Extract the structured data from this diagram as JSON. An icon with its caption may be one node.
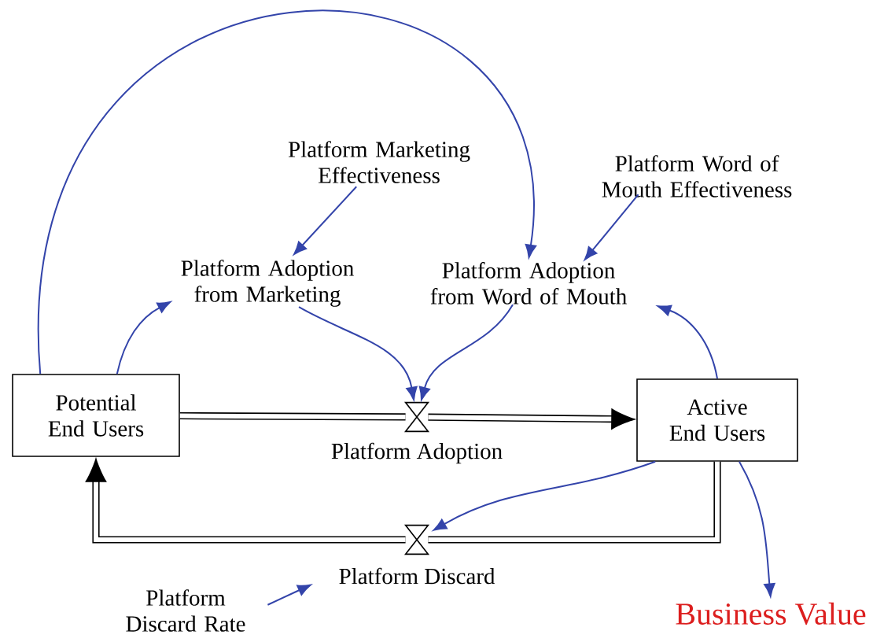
{
  "diagram": {
    "nodes": [
      {
        "text": [
          "Potential End Users"
        ]
      },
      {
        "text": [
          "Active End Users"
        ]
      },
      {
        "text": [],
        "shape": "valve",
        "beside": [
          "Platform Adoption"
        ]
      },
      {
        "text": [],
        "shape": "valve",
        "beside": [
          "Platform Discard"
        ]
      },
      {
        "text": [
          "Platform Marketing Effectiveness"
        ]
      },
      {
        "text": [
          "Platform Word of Mouth Effectiveness"
        ]
      },
      {
        "text": [
          "Platform Adoption from Marketing"
        ]
      },
      {
        "text": [
          "Platform Adoption from Word of Mouth"
        ]
      },
      {
        "text": [
          "Platform Discard Rate"
        ]
      },
      {
        "text": [
          "Business Value"
        ]
      }
    ],
    "edges": [
      {
        "from": 0,
        "to": 2,
        "arrow": "none",
        "style": "thick",
        "color": "#000000"
      },
      {
        "from": 2,
        "to": 1,
        "arrow": "to",
        "style": "thick",
        "color": "#000000"
      },
      {
        "from": 1,
        "to": 3,
        "arrow": "none",
        "style": "thick",
        "color": "#000000"
      },
      {
        "from": 3,
        "to": 0,
        "arrow": "to",
        "style": "thick",
        "color": "#000000"
      },
      {
        "from": 0,
        "to": 6,
        "arrow": "to"
      },
      {
        "from": 0,
        "to": 7,
        "arrow": "to"
      },
      {
        "from": 4,
        "to": 6,
        "arrow": "to"
      },
      {
        "from": 5,
        "to": 7,
        "arrow": "to"
      },
      {
        "from": 6,
        "to": 2,
        "arrow": "to"
      },
      {
        "from": 7,
        "to": 2,
        "arrow": "to"
      },
      {
        "from": 1,
        "to": 7,
        "arrow": "to"
      },
      {
        "from": 1,
        "to": 3,
        "arrow": "to"
      },
      {
        "from": 8,
        "to": 3,
        "arrow": "to"
      },
      {
        "from": 1,
        "to": 9,
        "arrow": "to"
      }
    ]
  }
}
